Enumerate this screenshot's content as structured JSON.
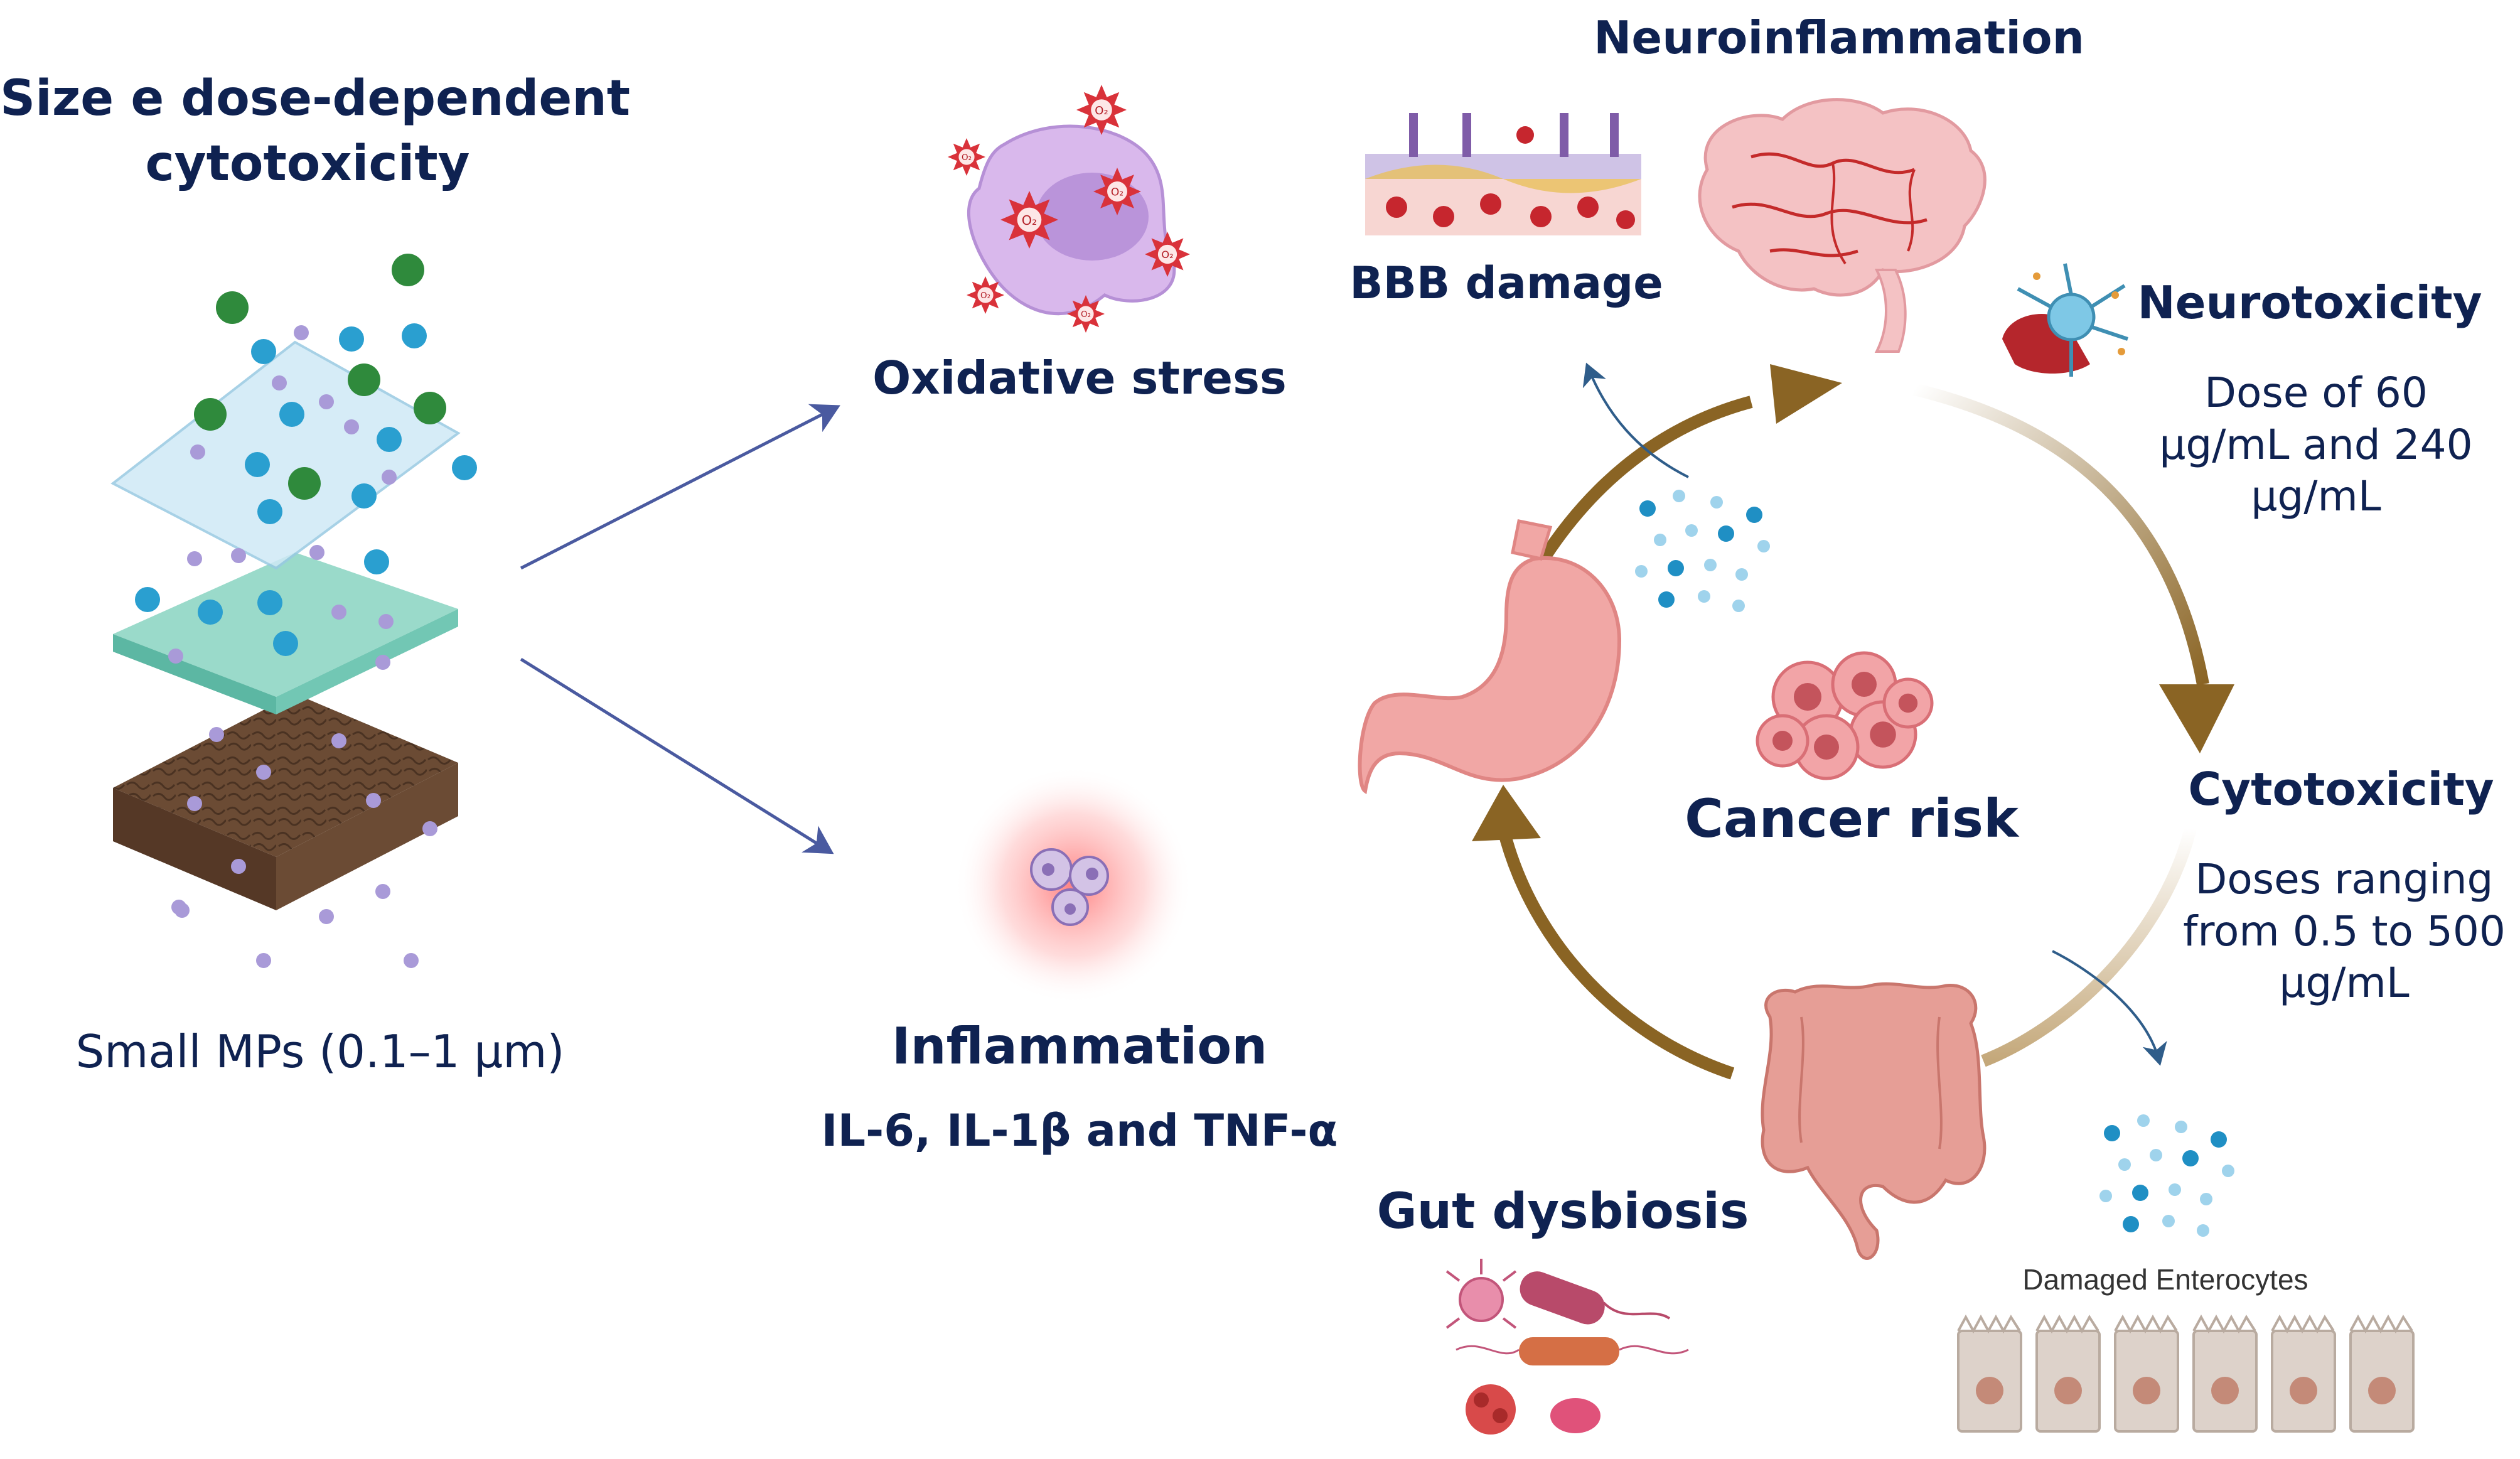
{
  "left": {
    "title_line1": "Size e dose-dependent",
    "title_line2": "cytotoxicity",
    "caption": "Small MPs (0.1–1 μm)"
  },
  "oxidative": {
    "label": "Oxidative stress",
    "badge": "O₂"
  },
  "inflammation": {
    "label": "Inflammation",
    "markers": "IL-6, IL-1β and TNF-α"
  },
  "cycle": {
    "neuroinflammation": "Neuroinflammation",
    "bbb": "BBB damage",
    "neurotoxicity": "Neurotoxicity",
    "neuro_dose_line1": "Dose of 60",
    "neuro_dose_line2": "μg/mL and 240",
    "neuro_dose_line3": "μg/mL",
    "cytotoxicity": "Cytotoxicity",
    "cyto_dose_line1": "Doses ranging",
    "cyto_dose_line2": "from 0.5 to 500",
    "cyto_dose_line3": "μg/mL",
    "cancer": "Cancer risk",
    "gut": "Gut dysbiosis",
    "enterocytes": "Damaged Enterocytes"
  },
  "colors": {
    "text": "#0f2251",
    "arrow_blue": "#4a5aa0",
    "cycle_brown": "#8a6424",
    "particle_green": "#2f8a3c",
    "particle_blue": "#2a9fd0",
    "particle_violet": "#a99ad8"
  },
  "icons": [
    "layered-membrane-icon",
    "oxidized-cell-icon",
    "inflamed-cells-icon",
    "brain-icon",
    "blood-vessel-icon",
    "neuron-icon",
    "stomach-icon",
    "tumor-cells-icon",
    "intestine-icon",
    "bacteria-icon",
    "enterocyte-cells-icon"
  ]
}
